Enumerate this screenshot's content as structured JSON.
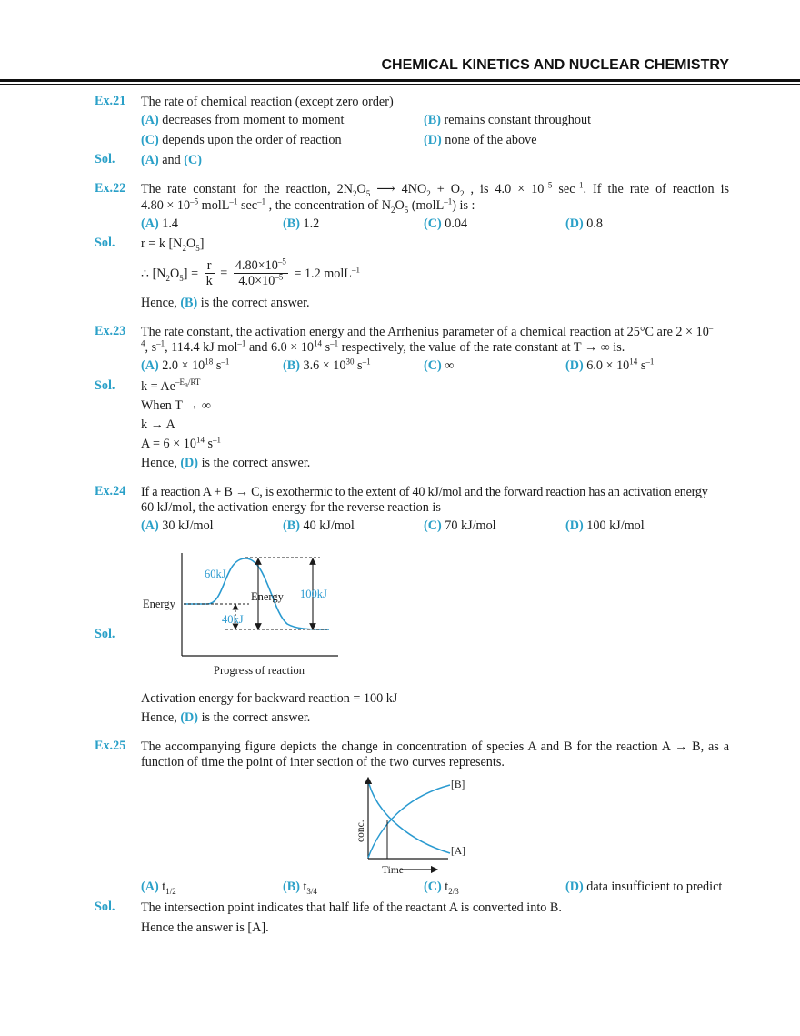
{
  "header": {
    "title": "CHEMICAL KINETICS AND NUCLEAR CHEMISTRY"
  },
  "labels": {
    "sol": "Sol."
  },
  "colors": {
    "accent": "#2aa0c8",
    "text": "#1b1b1b"
  },
  "ex21": {
    "label": "Ex.21",
    "question": "The rate of chemical reaction (except zero order)",
    "options": [
      {
        "key": "(A)",
        "text": "decreases from moment to moment"
      },
      {
        "key": "(B)",
        "text": "remains constant throughout"
      },
      {
        "key": "(C)",
        "text": "depends upon the order of reaction"
      },
      {
        "key": "(D)",
        "text": "none of the above"
      }
    ],
    "sol_a": "(A)",
    "sol_and": "and",
    "sol_c": "(C)"
  },
  "ex22": {
    "label": "Ex.22",
    "q1_a": "The rate constant for the reaction, 2N",
    "q1_s1": "2",
    "q1_b": "O",
    "q1_s2": "5",
    "q1_arrow": "⟶",
    "q1_c": "4NO",
    "q1_s3": "2",
    "q1_d": "+ O",
    "q1_s4": "2",
    "q1_e": ", is 4.0 × 10",
    "q1_p1": "–5",
    "q1_f": "sec",
    "q1_p2": "–1",
    "q1_g": ". If the rate of reaction is",
    "q2_a": "4.80 × 10",
    "q2_p1": "–5",
    "q2_b": "molL",
    "q2_p2": "–1",
    "q2_c": "sec",
    "q2_p3": "–1",
    "q2_d": ", the concentration of N",
    "q2_s1": "2",
    "q2_e": "O",
    "q2_s2": "5",
    "q2_f": "(molL",
    "q2_p4": "–1",
    "q2_g": ") is :",
    "options": [
      {
        "key": "(A)",
        "text": "1.4"
      },
      {
        "key": "(B)",
        "text": "1.2"
      },
      {
        "key": "(C)",
        "text": "0.04"
      },
      {
        "key": "(D)",
        "text": "0.8"
      }
    ],
    "sol1_a": "r = k [N",
    "sol1_s1": "2",
    "sol1_b": "O",
    "sol1_s2": "5",
    "sol1_c": "]",
    "sol2_a": "∴ [N",
    "sol2_s1": "2",
    "sol2_b": "O",
    "sol2_s2": "5",
    "sol2_c": "] =",
    "frac1_num": "r",
    "frac1_den": "k",
    "eq": "=",
    "frac2_num": "4.80×10",
    "frac2_num_p": "–5",
    "frac2_den": "4.0×10",
    "frac2_den_p": "–5",
    "sol2_result": "= 1.2 molL",
    "sol2_result_p": "–1",
    "hence_a": "Hence,",
    "hence_key": "(B)",
    "hence_b": "is the correct answer."
  },
  "ex23": {
    "label": "Ex.23",
    "q1": "The rate constant, the activation energy and the Arrhenius parameter of a chemical reaction at 25°C are 2 × 10",
    "q1_p": "–",
    "q2_a": "4",
    "q2_b": ", s",
    "q2_p1": "–1",
    "q2_c": ", 114.4 kJ mol",
    "q2_p2": "–1",
    "q2_d": "and 6.0 × 10",
    "q2_p3": "14",
    "q2_e": "s",
    "q2_p4": "–1",
    "q2_f": "respectively, the value of the rate constant at T → ∞ is.",
    "options": [
      {
        "key": "(A)",
        "t1": "2.0 × 10",
        "p1": "18",
        "t2": "s",
        "p2": "–1"
      },
      {
        "key": "(B)",
        "t1": "3.6 × 10",
        "p1": "30",
        "t2": "s",
        "p2": "–1"
      },
      {
        "key": "(C)",
        "t1": "∞",
        "p1": "",
        "t2": "",
        "p2": ""
      },
      {
        "key": "(D)",
        "t1": "6.0 × 10",
        "p1": "14",
        "t2": "s",
        "p2": "–1"
      }
    ],
    "sol1_a": "k = Ae",
    "sol1_p_a": "–E",
    "sol1_p_s": "a",
    "sol1_p_b": "/RT",
    "sol2": "When T → ∞",
    "sol3": "k → A",
    "sol4_a": "A = 6 × 10",
    "sol4_p1": "14",
    "sol4_b": "s",
    "sol4_p2": "–1",
    "hence_a": "Hence,",
    "hence_key": "(D)",
    "hence_b": "is the correct answer."
  },
  "ex24": {
    "label": "Ex.24",
    "q1": "If a reaction A + B → C, is exothermic to the extent of 40 kJ/mol and the forward reaction has an activation energy",
    "q2": "60 kJ/mol, the activation energy for the reverse reaction is",
    "options": [
      {
        "key": "(A)",
        "text": "30 kJ/mol"
      },
      {
        "key": "(B)",
        "text": "40 kJ/mol"
      },
      {
        "key": "(C)",
        "text": "70 kJ/mol"
      },
      {
        "key": "(D)",
        "text": "100 kJ/mol"
      }
    ],
    "diagram": {
      "y_label": "Energy",
      "x_label": "Progress of reaction",
      "mid_label": "Energy",
      "forward_label": "60kJ",
      "delta_label": "40kJ",
      "reverse_label": "100kJ"
    },
    "sol1": "Activation energy for backward reaction = 100 kJ",
    "hence_a": "Hence,",
    "hence_key": "(D)",
    "hence_b": "is the correct answer."
  },
  "ex25": {
    "label": "Ex.25",
    "q1": "The accompanying figure depicts the change in concentration of species A and B for the reaction A → B, as a",
    "q2": "function of time the point of inter section of the two curves represents.",
    "graph": {
      "y_label": "conc.",
      "x_label": "Time",
      "curve_b": "[B]",
      "curve_a": "[A]"
    },
    "options": [
      {
        "key": "(A)",
        "t": "t",
        "s": "1/2"
      },
      {
        "key": "(B)",
        "t": "t",
        "s": "3/4"
      },
      {
        "key": "(C)",
        "t": "t",
        "s": "2/3"
      },
      {
        "key": "(D)",
        "t": "data insufficient to predict",
        "s": ""
      }
    ],
    "sol1": "The intersection point indicates that half life of the reactant A is converted into B.",
    "sol2": "Hence the answer is [A]."
  }
}
